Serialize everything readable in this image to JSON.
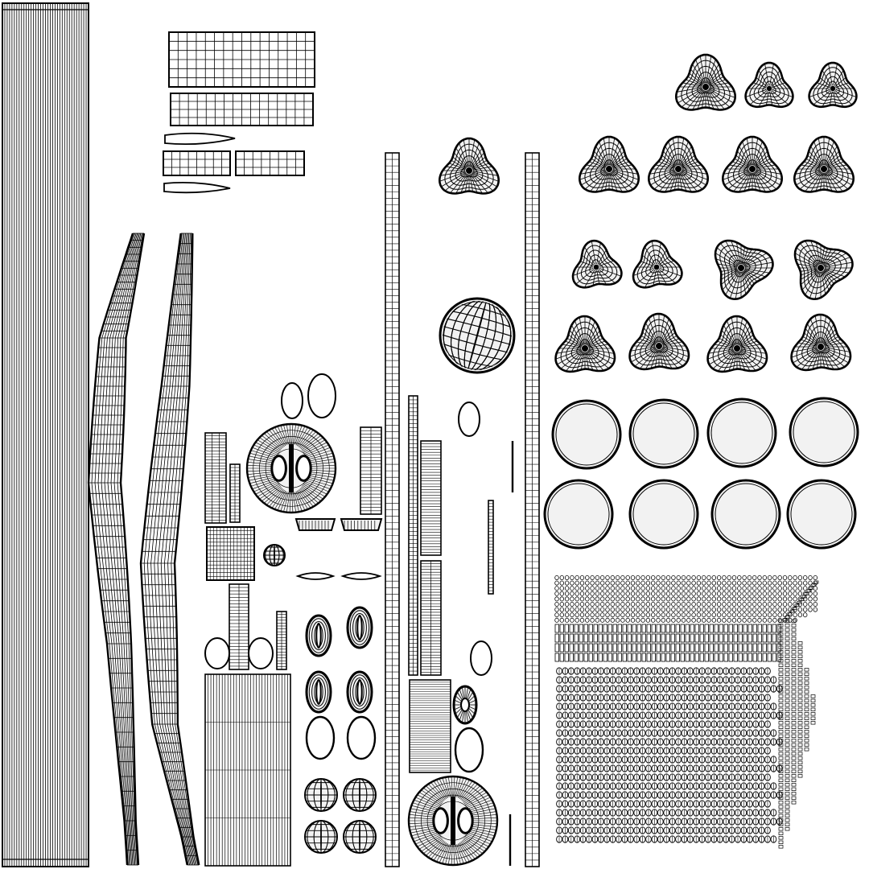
{
  "uv_layout": {
    "background_color": "#ffffff",
    "stroke_color": "#000000",
    "fill_color": "#f2f2f2",
    "islands": [
      {
        "name": "tall-cylinder-strip",
        "shape": "strip"
      },
      {
        "name": "flat-grid-panel-top",
        "shape": "grid"
      },
      {
        "name": "flat-grid-panel-middle",
        "shape": "grid"
      },
      {
        "name": "flat-grid-panel-small",
        "shape": "grid"
      },
      {
        "name": "thin-blade-shape",
        "shape": "blade"
      },
      {
        "name": "curved-limb-strip-left",
        "shape": "curve"
      },
      {
        "name": "curved-limb-strip-right",
        "shape": "curve"
      },
      {
        "name": "thin-vertical-strip",
        "shape": "strip"
      },
      {
        "name": "trefoil-radial-island",
        "shape": "trefoil"
      },
      {
        "name": "sphere-cap-island",
        "shape": "sphere"
      },
      {
        "name": "dense-character-grid",
        "shape": "tiny-grid"
      },
      {
        "name": "eye-socket-radial-island",
        "shape": "radial"
      },
      {
        "name": "small-oval-island",
        "shape": "oval"
      },
      {
        "name": "seed-shaped-island",
        "shape": "seed"
      }
    ]
  }
}
